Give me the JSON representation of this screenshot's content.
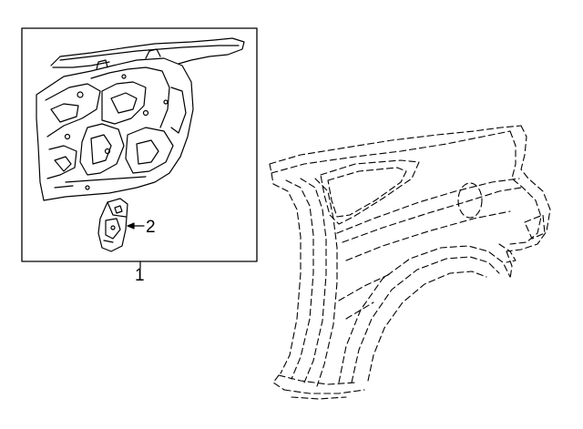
{
  "callouts": {
    "part_1": "1",
    "part_2": "2"
  },
  "colors": {
    "line": "#000000",
    "background": "#ffffff"
  },
  "icons": {
    "inner_panel": "inner-quarter-panel-drawing",
    "bracket": "bracket-drawing",
    "quarter_panel": "quarter-panel-dashed-outline"
  }
}
